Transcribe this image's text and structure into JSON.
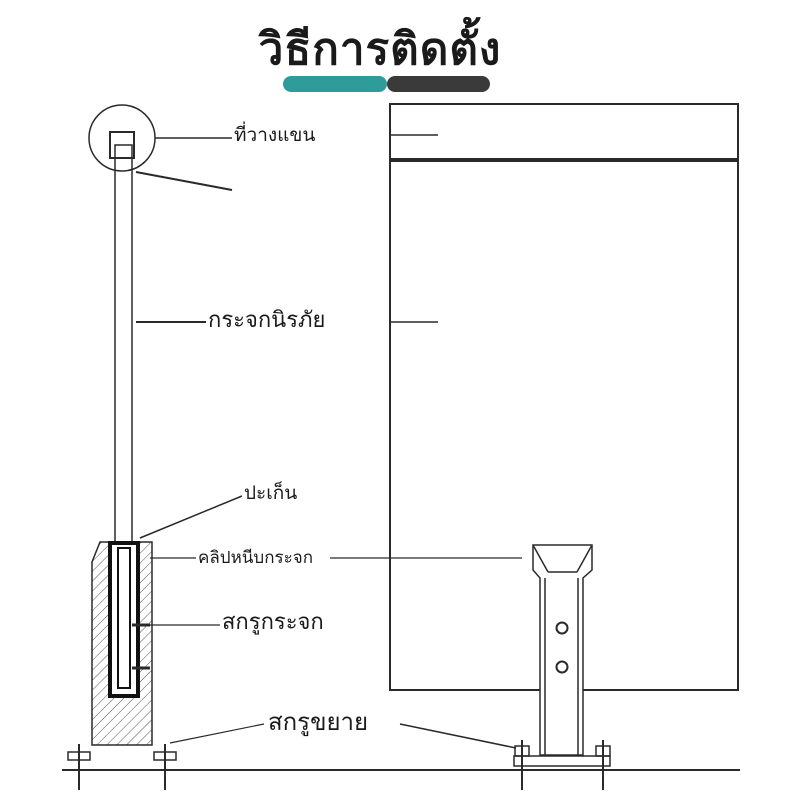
{
  "header": {
    "title": "วิธีการติดตั้ง",
    "accent_colors": [
      "#2f9c9c",
      "#3a3a3a"
    ]
  },
  "labels": {
    "armrest": "ที่วางแขน",
    "safety_glass": "กระจกนิรภัย",
    "gasket": "ปะเก็น",
    "glass_clip": "คลิปหนีบกระจก",
    "glass_screw": "สกรูกระจก",
    "anchor_bolt": "สกรูขยาย"
  },
  "colors": {
    "line": "#2a2a2a",
    "clamp_frame": "#111111",
    "background": "#ffffff"
  }
}
